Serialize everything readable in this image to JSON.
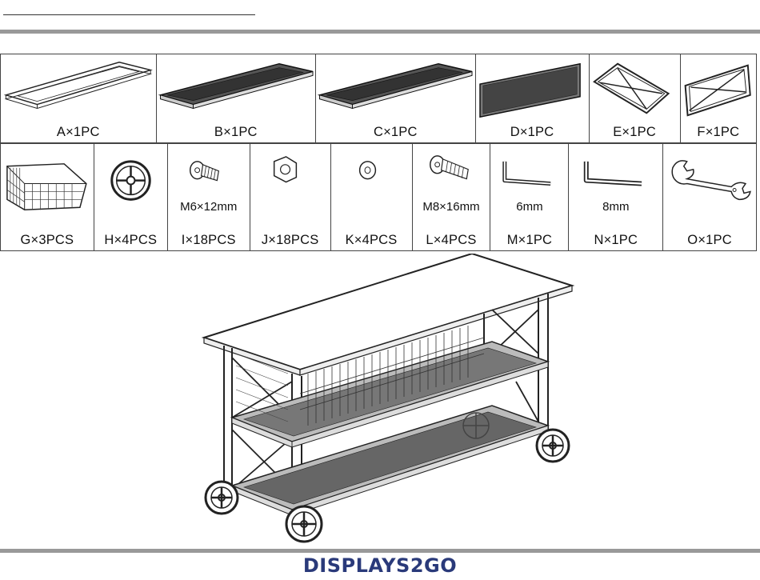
{
  "parts_row1": [
    {
      "icon": "frame-a-icon",
      "label": "A×1PC"
    },
    {
      "icon": "shelf-b-icon",
      "label": "B×1PC"
    },
    {
      "icon": "shelf-c-icon",
      "label": "C×1PC"
    },
    {
      "icon": "mesh-panel-d-icon",
      "label": "D×1PC"
    },
    {
      "icon": "side-frame-e-icon",
      "label": "E×1PC"
    },
    {
      "icon": "side-frame-f-icon",
      "label": "F×1PC"
    }
  ],
  "parts_row2": [
    {
      "icon": "wire-basket-icon",
      "label": "G×3PCS",
      "spec": ""
    },
    {
      "icon": "wheel-icon",
      "label": "H×4PCS",
      "spec": ""
    },
    {
      "icon": "bolt-icon",
      "label": "I×18PCS",
      "spec": "M6×12mm"
    },
    {
      "icon": "nut-icon",
      "label": "J×18PCS",
      "spec": ""
    },
    {
      "icon": "washer-icon",
      "label": "K×4PCS",
      "spec": ""
    },
    {
      "icon": "bolt-icon",
      "label": "L×4PCS",
      "spec": "M8×16mm"
    },
    {
      "icon": "allen-key-icon",
      "label": "M×1PC",
      "spec": "6mm"
    },
    {
      "icon": "allen-key-icon",
      "label": "N×1PC",
      "spec": "8mm"
    },
    {
      "icon": "wrench-icon",
      "label": "O×1PC",
      "spec": ""
    }
  ],
  "brand": {
    "logo_text": "DISPLAYS2GO",
    "color": "#2a3a7a"
  }
}
